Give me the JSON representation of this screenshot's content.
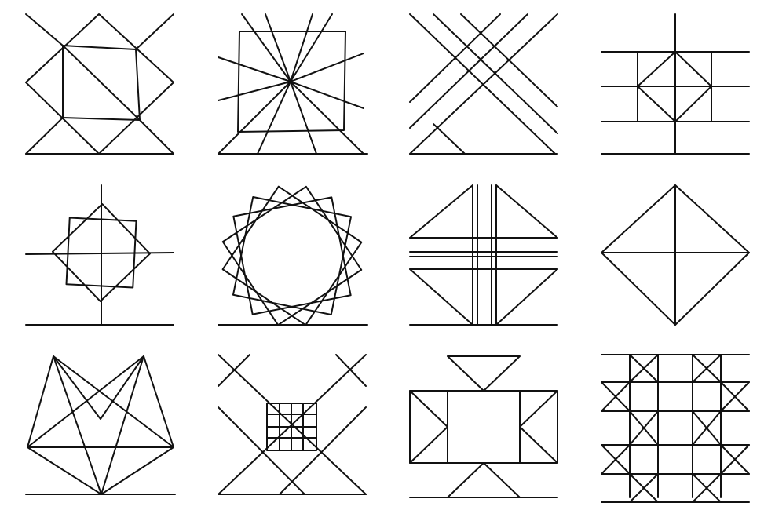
{
  "style": {
    "ink": "#111111",
    "background": "#ffffff"
  },
  "sheet": {
    "title": "",
    "panels": [
      {
        "name": "panel-diamond-in-square"
      },
      {
        "name": "panel-square-with-starburst"
      },
      {
        "name": "panel-crossing-diagonal-bands"
      },
      {
        "name": "panel-grid-with-inner-diamond"
      },
      {
        "name": "panel-rotated-squares-on-cross"
      },
      {
        "name": "panel-rotated-square-ring"
      },
      {
        "name": "panel-split-bars-with-triangles"
      },
      {
        "name": "panel-quartered-diamond"
      },
      {
        "name": "panel-star-polygon"
      },
      {
        "name": "panel-diagonal-cross-with-small-grid"
      },
      {
        "name": "panel-square-with-corner-triangles"
      },
      {
        "name": "panel-grid-with-x-cells"
      }
    ]
  }
}
